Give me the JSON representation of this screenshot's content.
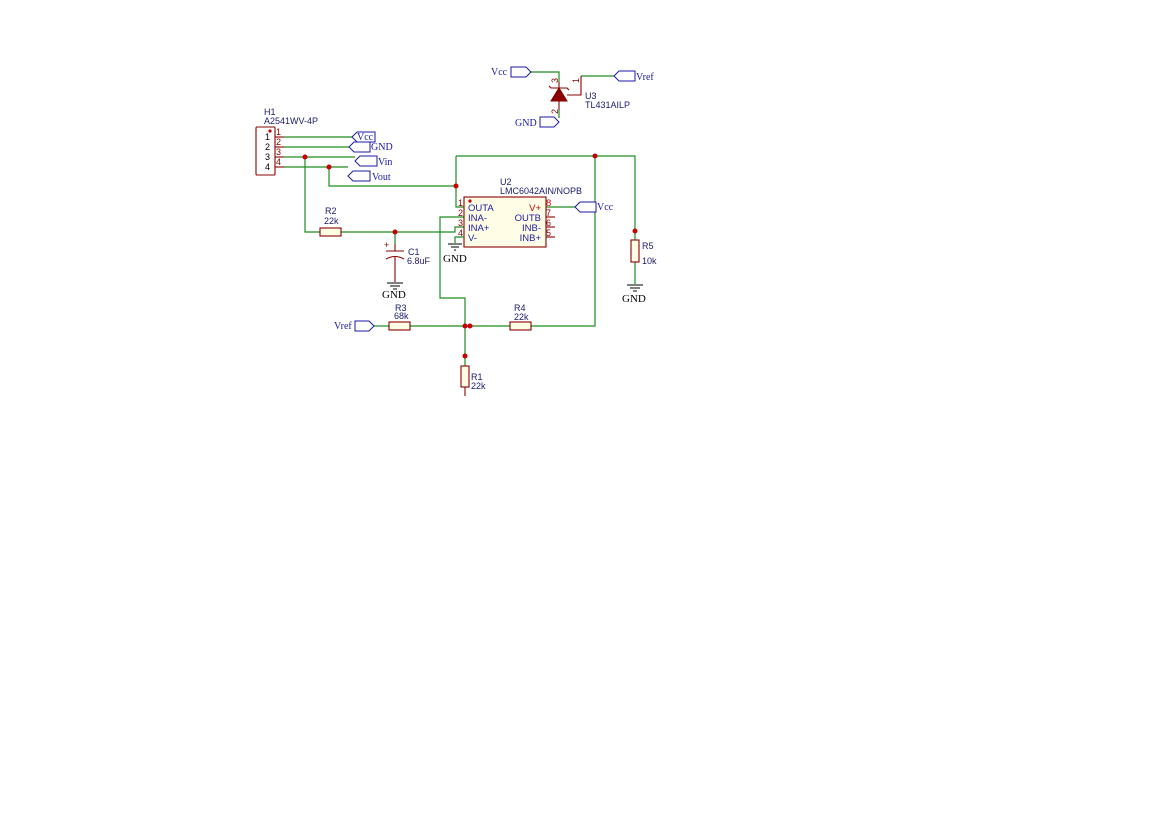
{
  "components": {
    "h1": {
      "ref": "H1",
      "value": "A2541WV-4P",
      "pins": [
        "1",
        "2",
        "3",
        "4"
      ],
      "pin_labels": [
        "1",
        "2",
        "3",
        "4"
      ]
    },
    "u2": {
      "ref": "U2",
      "value": "LMC6042AIN/NOPB",
      "pin_names_left": [
        "OUTA",
        "INA-",
        "INA+",
        "V-"
      ],
      "pin_numbers_left": [
        "1",
        "2",
        "3",
        "4"
      ],
      "pin_names_right": [
        "V+",
        "OUTB",
        "INB-",
        "INB+"
      ],
      "pin_numbers_right": [
        "8",
        "7",
        "6",
        "5"
      ]
    },
    "u3": {
      "ref": "U3",
      "value": "TL431AILP",
      "pins": [
        "3",
        "1",
        "2"
      ]
    },
    "r1": {
      "ref": "R1",
      "value": "22k"
    },
    "r2": {
      "ref": "R2",
      "value": "22k"
    },
    "r3": {
      "ref": "R3",
      "value": "68k"
    },
    "r4": {
      "ref": "R4",
      "value": "22k"
    },
    "r5": {
      "ref": "R5",
      "value": "10k"
    },
    "c1": {
      "ref": "C1",
      "value": "6.8uF",
      "polarity": "+"
    }
  },
  "nets": {
    "vcc": "Vcc",
    "gnd": "GND",
    "vin": "Vin",
    "vout": "Vout",
    "vref": "Vref"
  },
  "colors": {
    "wire": "#1e8c1e",
    "component": "#8b0000",
    "junction": "#c80000",
    "net_label": "#1a1aa8"
  }
}
